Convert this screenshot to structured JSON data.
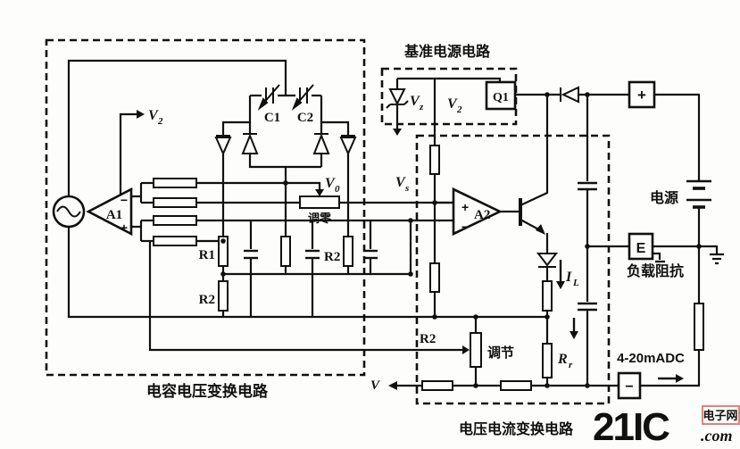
{
  "page": {
    "background": "#fdfdfb",
    "ink": "#101010",
    "watermark_color": "#e2817e"
  },
  "blocks": {
    "cap_voltage_label": "电容电压变换电路",
    "ref_power_label": "基准电源电路",
    "v_i_label": "电压电流变换电路"
  },
  "components": {
    "amp1": "A1",
    "amp1_minus": "−",
    "amp1_plus": "+",
    "amp2": "A2",
    "amp2_plus": "+",
    "amp2_minus": "−",
    "cap1": "C1",
    "cap2": "C2",
    "res_r1": "R1",
    "res_r2_left": "R2",
    "res_r2_mid": "R2",
    "res_r2_span": "R2",
    "transistor_ref": "Q1",
    "rr_main": "R",
    "rr_sub": "r",
    "zero_adjust": "调零",
    "span_adjust": "调节",
    "power_supply": "电源",
    "load_impedance": "负载阻抗",
    "output_range": "4-20mADC",
    "terminal_plus": "+",
    "terminal_minus": "−",
    "terminal_e": "E"
  },
  "signals": {
    "v2_main": "V",
    "v2_sub": "2",
    "v0_main": "V",
    "v0_sub": "0",
    "vs_main": "V",
    "vs_sub": "s",
    "vz_main": "V",
    "vz_sub": "z",
    "vref_main": "V",
    "vref_sub": "2",
    "il_main": "I",
    "il_sub": "L",
    "v_out": "V"
  },
  "watermark": {
    "brand": "21IC",
    "domain": ".com",
    "site": "电子网"
  }
}
